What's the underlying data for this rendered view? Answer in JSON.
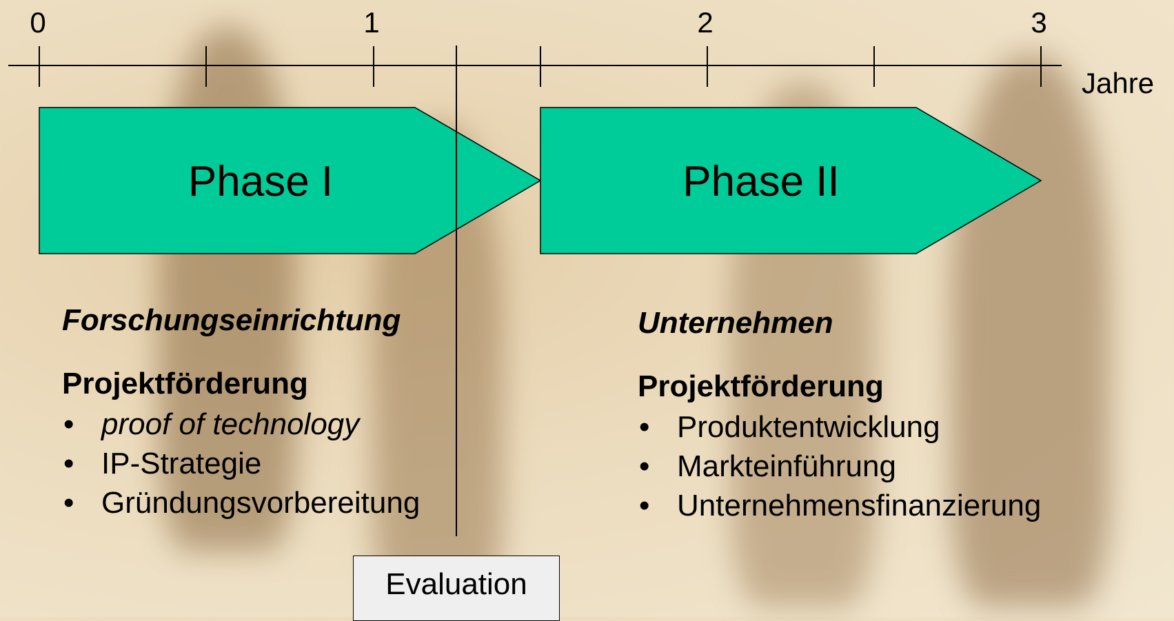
{
  "background": {
    "description_color": "#ecdcbe",
    "figure_color": "#8a6a42"
  },
  "timeline": {
    "tick_labels": [
      "0",
      "1",
      "2",
      "3"
    ],
    "unit": "Jahre",
    "axis_color": "#000000"
  },
  "phases": [
    {
      "label": "Phase I",
      "fill": "#00cc99"
    },
    {
      "label": "Phase II",
      "fill": "#00cc99"
    }
  ],
  "left_block": {
    "heading": "Forschungseinrichtung",
    "subheading": "Projektförderung",
    "items": [
      "proof of technology",
      "IP-Strategie",
      "Gründungsvorbereitung"
    ]
  },
  "right_block": {
    "heading": "Unternehmen",
    "subheading": "Projektförderung",
    "items": [
      "Produktentwicklung",
      "Markteinführung",
      "Unternehmensfinanzierung"
    ]
  },
  "evaluation": {
    "label": "Evaluation"
  }
}
